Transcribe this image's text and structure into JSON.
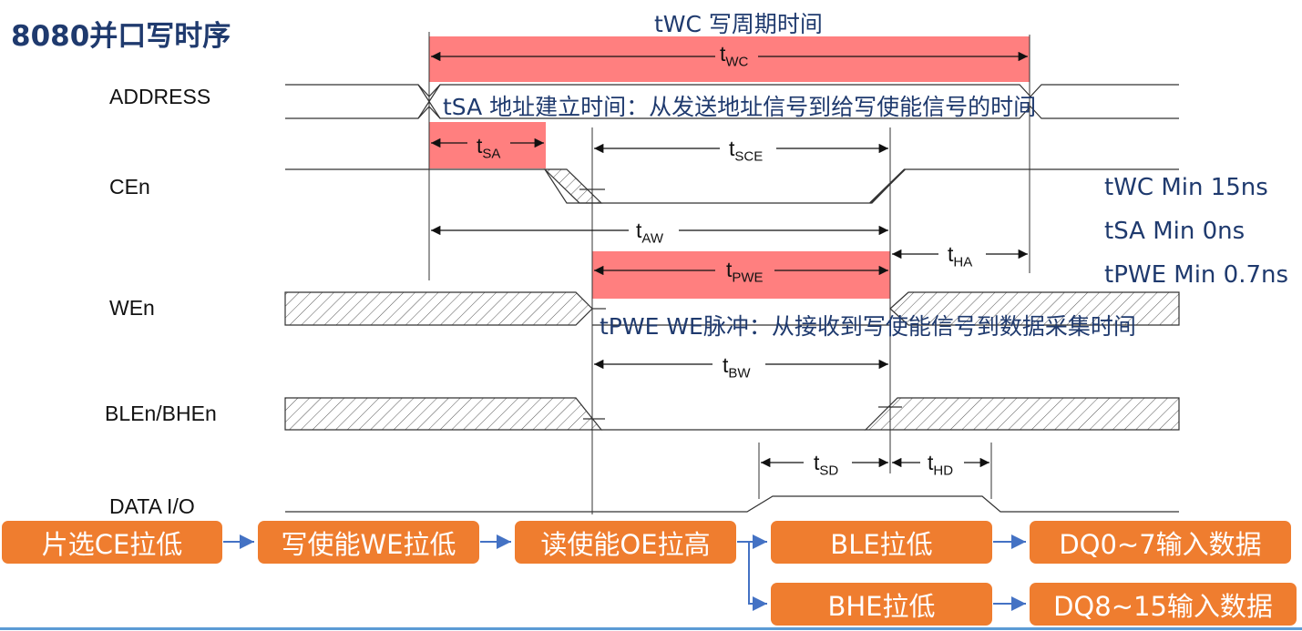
{
  "title": "8080并口写时序",
  "signals": {
    "address": "ADDRESS",
    "cen": "CEn",
    "wen": "WEn",
    "blen": "BLEn/BHEn",
    "data": "DATA I/O"
  },
  "timing": {
    "twc": {
      "base": "t",
      "sub": "WC"
    },
    "tsa": {
      "base": "t",
      "sub": "SA"
    },
    "tsce": {
      "base": "t",
      "sub": "SCE"
    },
    "taw": {
      "base": "t",
      "sub": "AW"
    },
    "tpwe": {
      "base": "t",
      "sub": "PWE"
    },
    "tha": {
      "base": "t",
      "sub": "HA"
    },
    "tbw": {
      "base": "t",
      "sub": "BW"
    },
    "tsd": {
      "base": "t",
      "sub": "SD"
    },
    "thd": {
      "base": "t",
      "sub": "HD"
    }
  },
  "notes": {
    "twc": "tWC 写周期时间",
    "tsa": "tSA 地址建立时间：从发送地址信号到给写使能信号的时间",
    "tpwe": "tPWE WE脉冲：从接收到写使能信号到数据采集时间"
  },
  "specs": [
    "tWC Min 15ns",
    "tSA Min 0ns",
    "tPWE Min 0.7ns"
  ],
  "flow": {
    "step1": "片选CE拉低",
    "step2": "写使能WE拉低",
    "step3": "读使能OE拉高",
    "step4a": "BLE拉低",
    "step4b": "BHE拉低",
    "step5a": "DQ0~7输入数据",
    "step5b": "DQ8~15输入数据"
  },
  "colors": {
    "highlight": "#ff7f7f",
    "flow_box": "#ef7d2f",
    "title_text": "#1f3a6e",
    "arrow": "#4472c4"
  }
}
